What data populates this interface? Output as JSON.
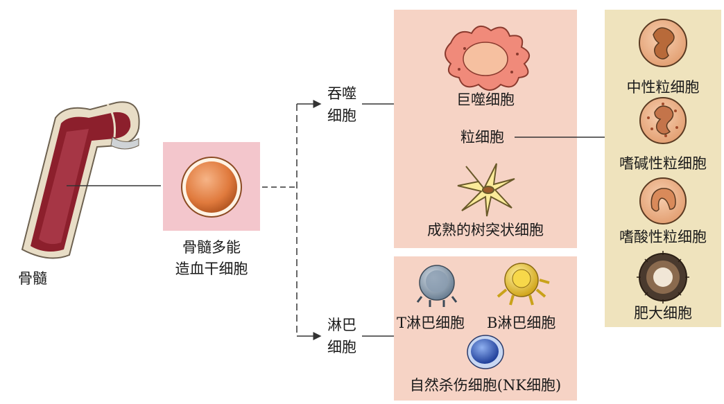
{
  "colors": {
    "phagocyte_panel": "#f6d3c5",
    "lymphocyte_panel": "#f6d3c5",
    "granulocyte_panel": "#efe3bd",
    "stem_box": "#f3c6cc"
  },
  "bone_marrow": {
    "label": "骨髓",
    "icon": "bone-cross-section-icon"
  },
  "stem_cell": {
    "label_line1": "骨髓多能",
    "label_line2": "造血干细胞",
    "icon": "stem-cell-icon"
  },
  "branches": {
    "phagocyte_line1": "吞噬",
    "phagocyte_line2": "细胞",
    "lymphocyte_line1": "淋巴",
    "lymphocyte_line2": "细胞"
  },
  "phagocytes": {
    "macrophage": "巨噬细胞",
    "granulocyte": "粒细胞",
    "dendritic": "成熟的树突状细胞"
  },
  "lymphocytes": {
    "t_cell": "T淋巴细胞",
    "b_cell": "B淋巴细胞",
    "nk_cell": "自然杀伤细胞(NK细胞)"
  },
  "granulocytes": {
    "neutrophil": "中性粒细胞",
    "basophil": "嗜碱性粒细胞",
    "eosinophil": "嗜酸性粒细胞",
    "mast": "肥大细胞"
  }
}
